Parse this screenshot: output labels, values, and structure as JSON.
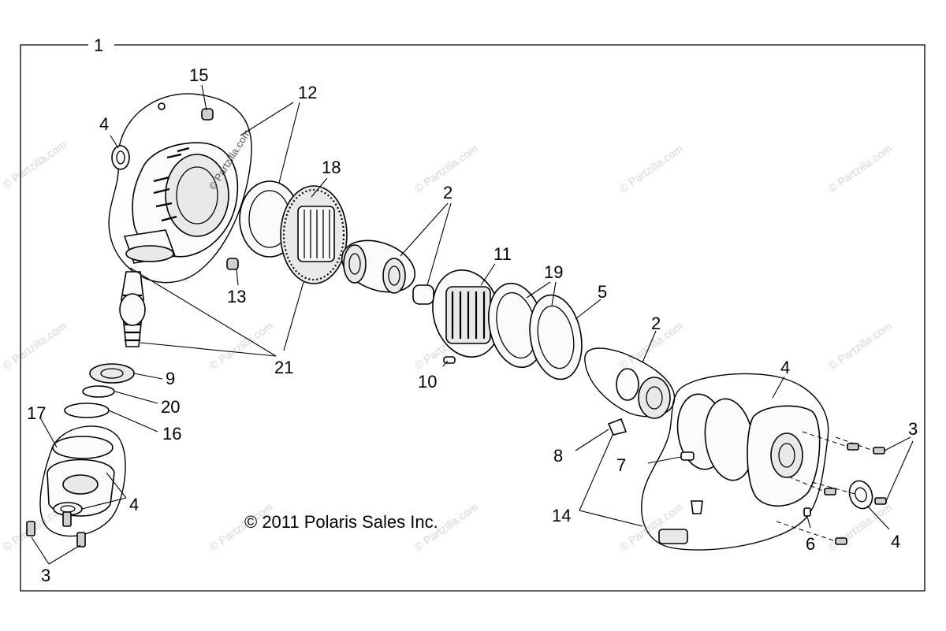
{
  "copyright": "© 2011 Polaris Sales Inc.",
  "watermark": "© Partzilla.com",
  "callouts": {
    "c1": "1",
    "c2a": "2",
    "c2b": "2",
    "c3a": "3",
    "c3b": "3",
    "c4a": "4",
    "c4b": "4",
    "c4c": "4",
    "c4d": "4",
    "c5": "5",
    "c6": "6",
    "c7": "7",
    "c8": "8",
    "c9": "9",
    "c10": "10",
    "c11": "11",
    "c12": "12",
    "c13": "13",
    "c14": "14",
    "c15": "15",
    "c16": "16",
    "c17": "17",
    "c18": "18",
    "c19": "19",
    "c20": "20",
    "c21": "21"
  },
  "colors": {
    "line": "#000000",
    "background": "#ffffff",
    "watermark": "#d6d6d6"
  }
}
